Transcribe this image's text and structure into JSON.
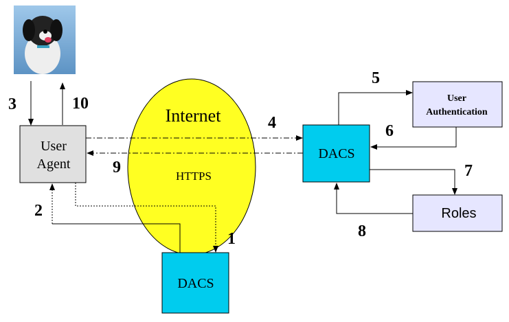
{
  "photo": {
    "description_icon": "dog-photo-icon"
  },
  "colors": {
    "user_agent_fill": "#e0e0e0",
    "dacs_fill": "#00ccee",
    "purple_box_fill": "#e6e6ff",
    "internet_fill": "#ffff22",
    "stroke": "#000000"
  },
  "nodes": {
    "user_agent": {
      "line1": "User",
      "line2": "Agent"
    },
    "dacs_right": {
      "label": "DACS"
    },
    "dacs_bottom": {
      "label": "DACS"
    },
    "user_auth": {
      "line1": "User",
      "line2": "Authentication"
    },
    "roles": {
      "label": "Roles"
    },
    "internet": {
      "title": "Internet",
      "subtitle": "HTTPS"
    }
  },
  "steps": {
    "s1": "1",
    "s2": "2",
    "s3": "3",
    "s4": "4",
    "s5": "5",
    "s6": "6",
    "s7": "7",
    "s8": "8",
    "s9": "9",
    "s10": "10"
  }
}
